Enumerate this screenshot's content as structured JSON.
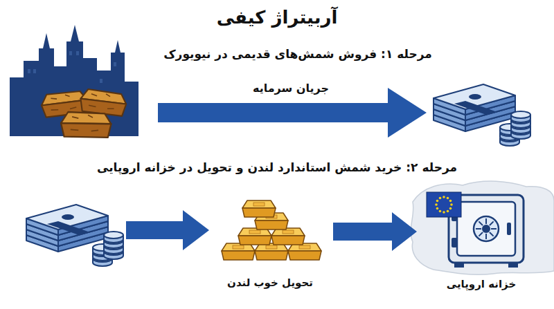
{
  "diagram": {
    "title": "آربیتراژ کیفی",
    "nodes": [
      {
        "text": [
          "تحویل خوب لندن"
        ]
      },
      {
        "text": [
          "خزانه اروپایی"
        ]
      }
    ],
    "edges": [
      {
        "from": 0,
        "to": 1,
        "arrow": "to"
      }
    ],
    "labels": [
      "مرحله ۱: فروش شمش‌های قدیمی در نیویورک",
      "جریان سرمایه",
      "مرحله ۲: خرید شمش استاندارد لندن و تحویل در خزانه اروپایی"
    ]
  }
}
